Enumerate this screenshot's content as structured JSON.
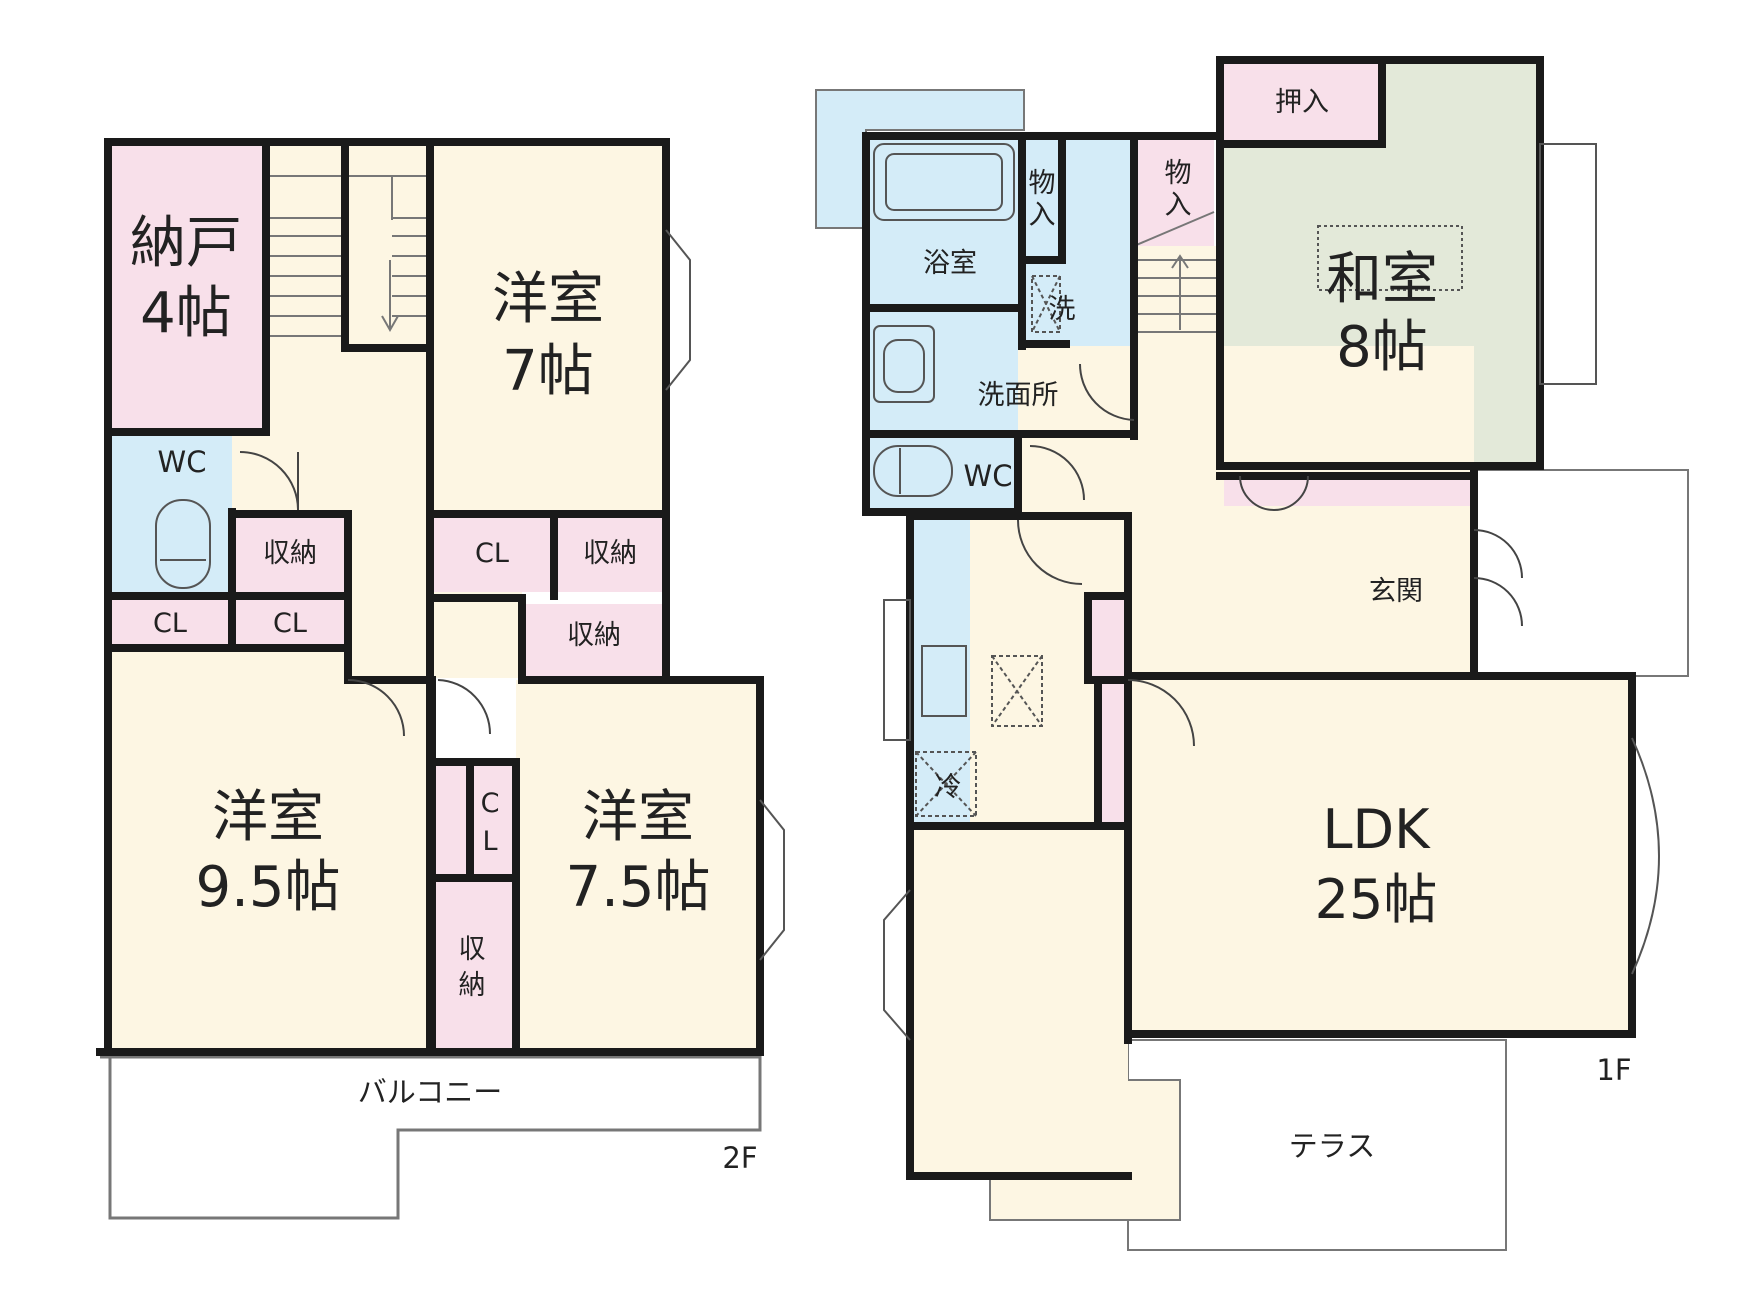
{
  "floor2": {
    "label": "2F",
    "nando": {
      "name": "納戸",
      "size": "4帖"
    },
    "wc": "WC",
    "western_7": {
      "name": "洋室",
      "size": "7帖"
    },
    "western_95": {
      "name": "洋室",
      "size": "9.5帖"
    },
    "western_75": {
      "name": "洋室",
      "size": "7.5帖"
    },
    "storage": "収納",
    "cl": "CL",
    "cl_vertical": [
      "C",
      "L"
    ],
    "storage_vertical": [
      "収",
      "納"
    ],
    "balcony": "バルコニー"
  },
  "floor1": {
    "label": "1F",
    "oshiire": "押入",
    "monoire_v": [
      "物",
      "入"
    ],
    "bath": "浴室",
    "wash": "洗",
    "washroom": "洗面所",
    "wc": "WC",
    "washitsu": {
      "name": "和室",
      "size": "8帖"
    },
    "genkan": "玄関",
    "fridge": "冷",
    "ldk": {
      "name": "LDK",
      "size": "25帖"
    },
    "terrace": "テラス"
  },
  "colors": {
    "western": "#fdf6e3",
    "storage": "#f8e0ea",
    "wet": "#d4ecf8",
    "tatami": "#e3e9d9",
    "wall": "#1a1a1a"
  }
}
